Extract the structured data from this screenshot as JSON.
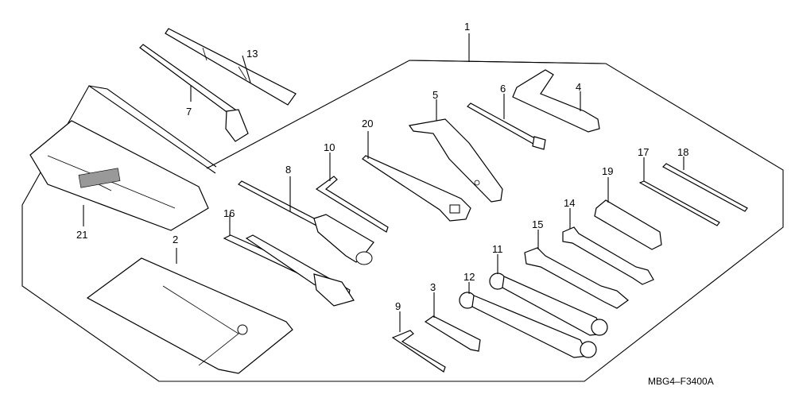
{
  "diagram": {
    "code": "MBG4–F3400A",
    "callouts": [
      "1",
      "13",
      "7",
      "21",
      "2",
      "16",
      "8",
      "10",
      "20",
      "5",
      "6",
      "4",
      "17",
      "18",
      "19",
      "14",
      "15",
      "11",
      "12",
      "3",
      "9"
    ]
  }
}
